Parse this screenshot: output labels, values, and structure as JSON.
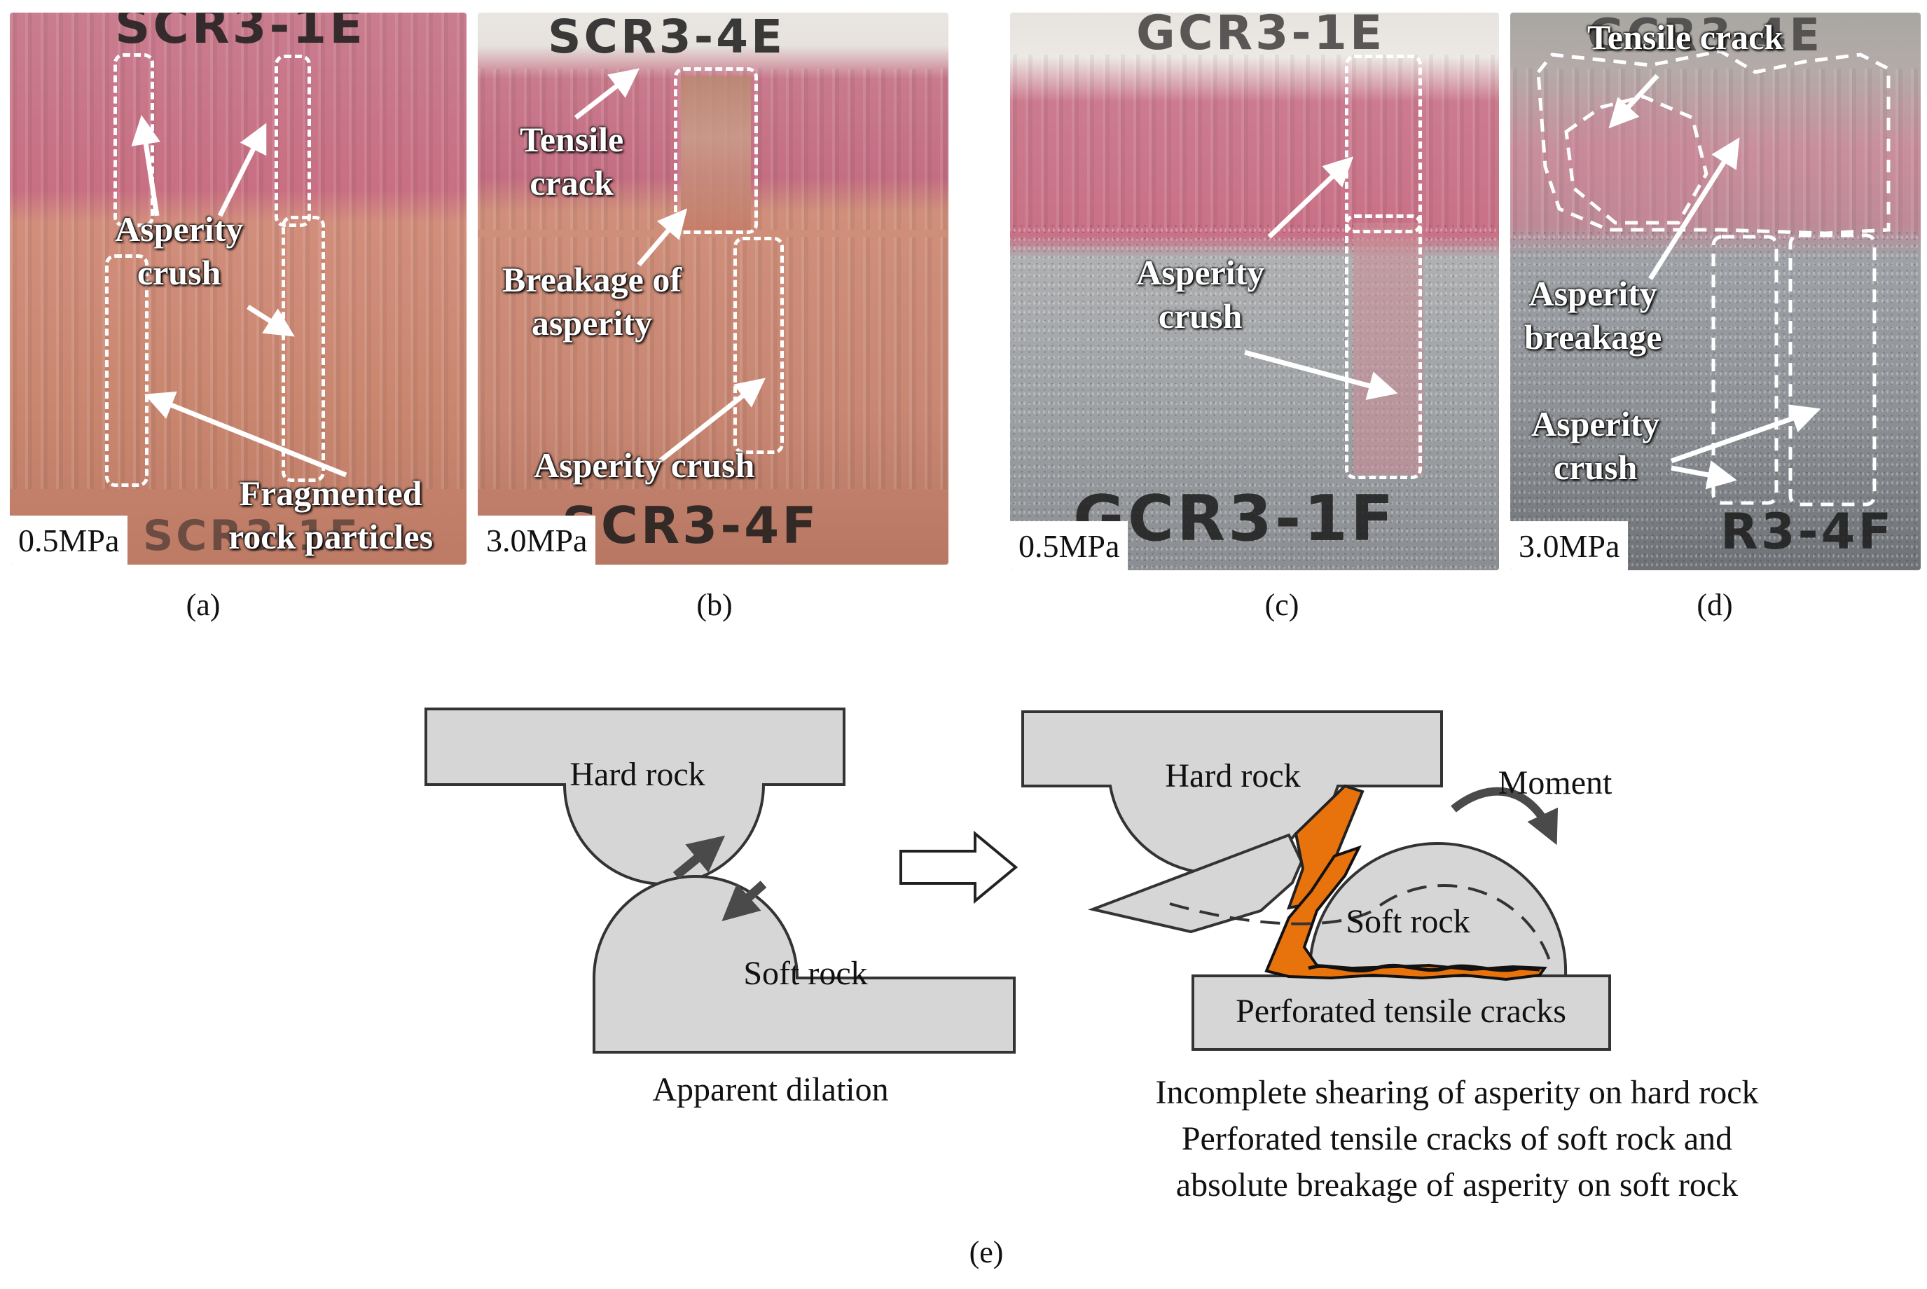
{
  "panel_a": {
    "caption": "(a)",
    "pressure": "0.5MPa",
    "handwritten_top": "SCR3-1E",
    "handwritten_bottom": "SCR3-1F",
    "labels": [
      "Asperity\ncrush",
      "Fragmented\nrock particles"
    ]
  },
  "panel_b": {
    "caption": "(b)",
    "pressure": "3.0MPa",
    "handwritten_top": "SCR3-4E",
    "handwritten_bottom": "SCR3-4F",
    "labels": [
      "Tensile\ncrack",
      "Breakage of\nasperity",
      "Asperity crush"
    ]
  },
  "panel_c": {
    "caption": "(c)",
    "pressure": "0.5MPa",
    "handwritten_top": "GCR3-1E",
    "handwritten_bottom": "GCR3-1F",
    "labels": [
      "Asperity\ncrush"
    ]
  },
  "panel_d": {
    "caption": "(d)",
    "pressure": "3.0MPa",
    "handwritten_top": "GCR3-4E",
    "handwritten_bottom": "R3-4F",
    "labels": [
      "Tensile crack",
      "Asperity\nbreakage",
      "Asperity\ncrush"
    ]
  },
  "panel_e": {
    "caption": "(e)",
    "left": {
      "hard_rock": "Hard rock",
      "soft_rock": "Soft rock",
      "caption": "Apparent dilation"
    },
    "right": {
      "hard_rock": "Hard rock",
      "soft_rock": "Soft rock",
      "moment": "Moment",
      "base_label": "Perforated tensile cracks",
      "caption_lines": [
        "Incomplete shearing of asperity on hard rock",
        "Perforated tensile cracks of soft rock and",
        "absolute breakage of asperity on soft rock"
      ]
    }
  },
  "colors": {
    "rock_fill": "#d6d6d6",
    "crack_fill": "#e8730c",
    "annotation": "#ffffff",
    "arrow_dark": "#4a4a4a"
  }
}
